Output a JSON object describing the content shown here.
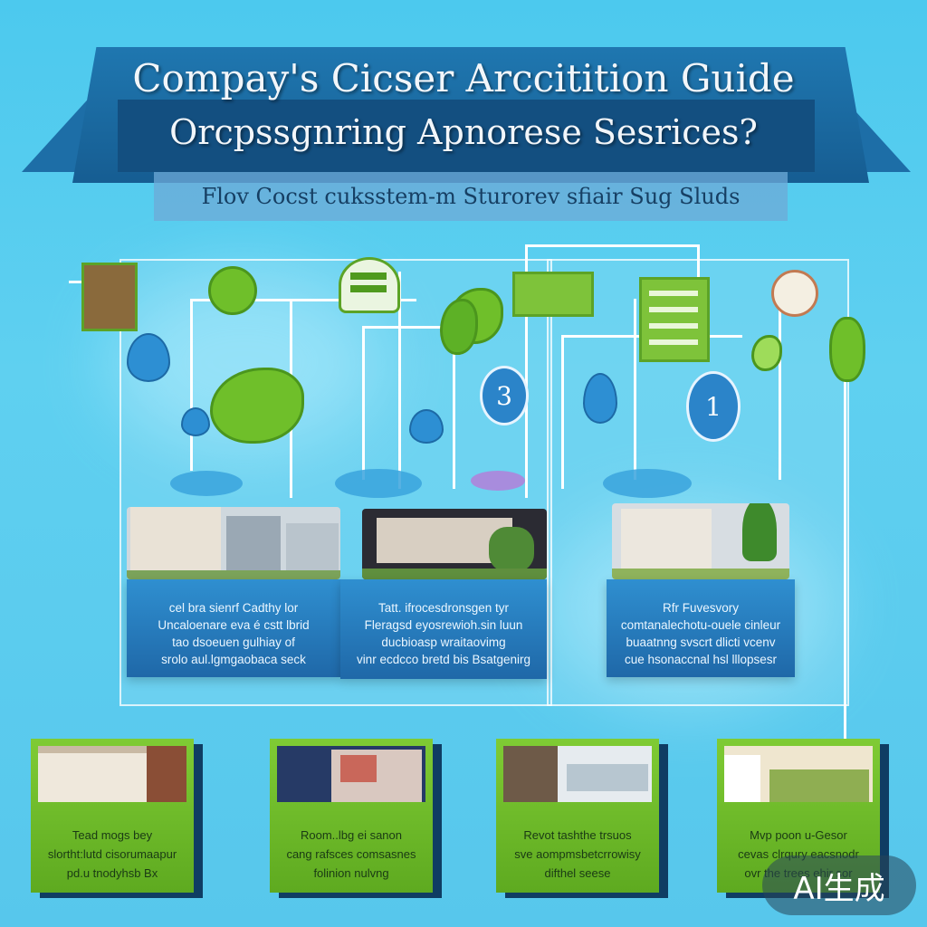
{
  "header": {
    "title_line_1": "Compay's Cicser Arccitition Guide",
    "title_line_2": "Orcpssgnring Apnorese Sesrices?",
    "subtitle": "Flov Cocst cuksstem-m Sturorev sfiair Sug Sluds"
  },
  "steps": {
    "badge_a": "3",
    "badge_b": "1"
  },
  "info_boxes": [
    {
      "lines": [
        "cel bra sienrf Cadthy lor",
        "Uncaloenare eva é cstt lbrid",
        "tao dsoeuen gulhiay of",
        "srolo aul.lgmgaobaca seck"
      ]
    },
    {
      "lines": [
        "Tatt. ifrocesdronsgen tyr",
        "Fleragsd eyosrewioh.sin luun",
        "ducbioasp wraitaovimg",
        "vinr ecdcco bretd bis Bsatgenirg"
      ]
    },
    {
      "lines": [
        "Rfr Fuvesvory",
        "comtanalechotu-ouele cinleur",
        "buaatnng svscrt dlicti vcenv",
        "cue hsonaccnal hsl lllopsesr"
      ]
    }
  ],
  "cards": [
    {
      "lines": [
        "Tead mogs bey",
        "slortht:lutd cisorumaapur",
        "pd.u tnodyhsb Bx"
      ]
    },
    {
      "lines": [
        "Room..lbg ei sanon",
        "cang rafsces comsasnes",
        "folinion nulvng"
      ]
    },
    {
      "lines": [
        "Revot tashthe trsuos",
        "sve aompmsbetcrrowisy",
        "difthel seese"
      ]
    },
    {
      "lines": [
        "Mvp poon u-Gesor",
        "cevas clrqury eacsnodr",
        "ovr the trees ehir sor"
      ]
    }
  ],
  "watermark": "AI生成",
  "colors": {
    "background": "#5fd0f0",
    "banner": "#1f77b0",
    "leaf_green": "#6fbf2a",
    "info_blue": "#2f8fd0",
    "card_green": "#7fcb34"
  }
}
